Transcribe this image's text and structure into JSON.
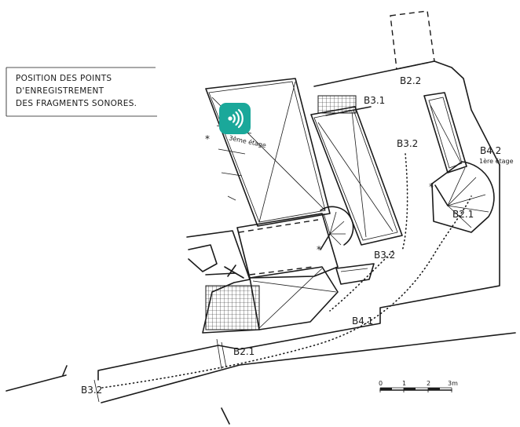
{
  "legend": {
    "lines": [
      "POSITION DES POINTS",
      "D'ENREGISTREMENT",
      "DES FRAGMENTS SONORES."
    ]
  },
  "labels": {
    "b22": "B2.2",
    "b31": "B3.1",
    "b32_upper": "B3.2",
    "b32_mid": "B3.2",
    "b32_left": "B3.2",
    "b42": "B4.2",
    "b42_floor": "1ère étage",
    "b21_right": "B2.1",
    "b21_bottom": "B2.1",
    "b41": "B4.1",
    "floor3": "3ème étage"
  },
  "scale": {
    "ticks": [
      "0",
      "1",
      "2",
      "3m"
    ]
  },
  "sound_button": {
    "icon": "audio-waves-icon",
    "color": "#1aa89a"
  }
}
